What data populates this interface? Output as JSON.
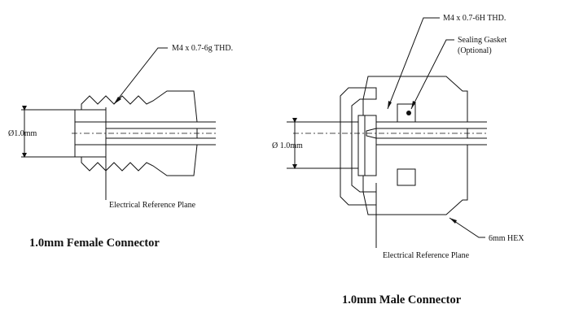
{
  "female": {
    "thread_label": "M4 x 0.7-6g THD.",
    "diameter_label": "Ø1.0mm",
    "ref_plane_label": "Electrical Reference Plane",
    "title": "1.0mm Female Connector"
  },
  "male": {
    "thread_label": "M4 x 0.7-6H THD.",
    "gasket_label_1": "Sealing Gasket",
    "gasket_label_2": "(Optional)",
    "diameter_label": "Ø 1.0mm",
    "hex_label": "6mm HEX",
    "ref_plane_label": "Electrical Reference Plane",
    "title": "1.0mm Male Connector"
  },
  "colors": {
    "line": "#111111",
    "background": "#ffffff"
  }
}
